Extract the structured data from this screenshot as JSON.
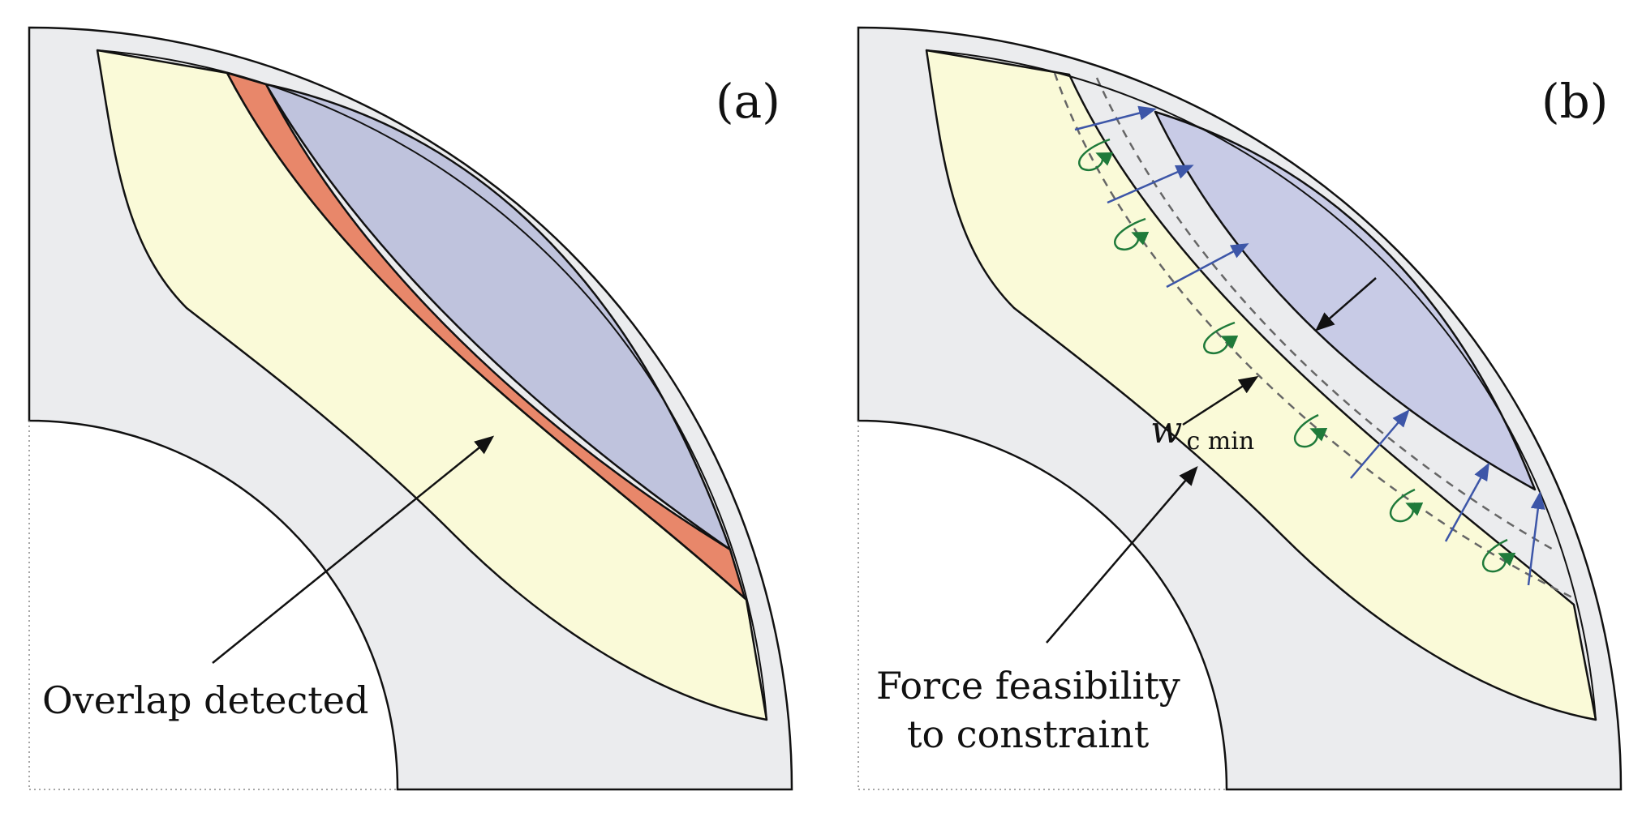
{
  "panels": {
    "a": {
      "tag": "(a)",
      "annotation": "Overlap detected"
    },
    "b": {
      "tag": "(b)",
      "annotation_line1": "Force feasibility",
      "annotation_line2": "to constraint",
      "dimension_label_main": "w",
      "dimension_label_sub": "c min"
    }
  },
  "colors": {
    "housing": "#ebecee",
    "yellow_region": "#fafad8",
    "blue_region": "#bfc3dd",
    "overlap_region": "#e8876a",
    "blue_arrow": "#3d56a8",
    "green_arrow": "#1f7a3a",
    "dashed_line": "#666666"
  }
}
